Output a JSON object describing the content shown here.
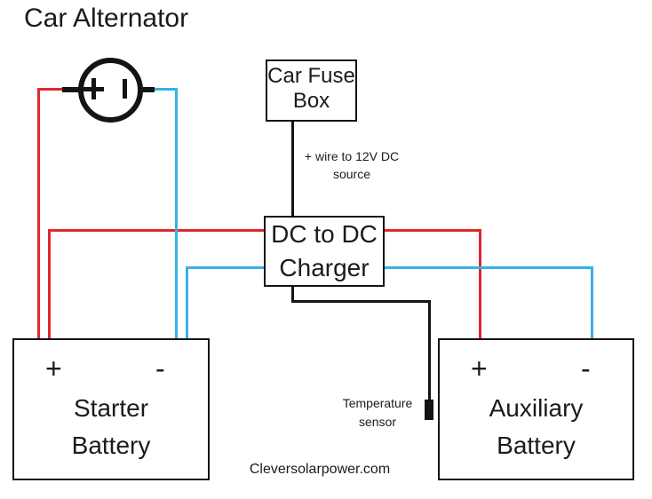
{
  "title": "Car Alternator",
  "watermark": "Cleversolarpower.com",
  "colors": {
    "wire_positive": "#e02730",
    "wire_negative": "#35b2e5",
    "wire_signal": "#141414"
  },
  "alternator": {
    "positive_symbol": "+",
    "negative_symbol": "|"
  },
  "fuse_box": {
    "line1": "Car Fuse",
    "line2": "Box"
  },
  "charger": {
    "line1": "DC to DC",
    "line2": "Charger"
  },
  "wire_label": {
    "line1": "+ wire to 12V DC",
    "line2": "source"
  },
  "temp_sensor_label": {
    "line1": "Temperature",
    "line2": "sensor"
  },
  "starter_battery": {
    "plus": "+",
    "minus": "-",
    "name_line1": "Starter",
    "name_line2": "Battery"
  },
  "aux_battery": {
    "plus": "+",
    "minus": "-",
    "name_line1": "Auxiliary",
    "name_line2": "Battery"
  }
}
